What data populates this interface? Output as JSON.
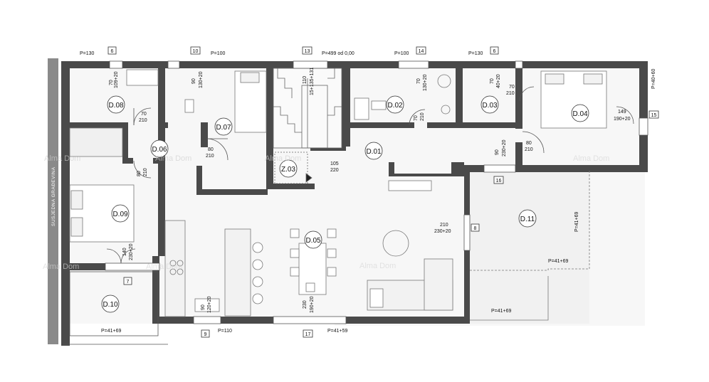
{
  "neighbor_label": "SUSJEDNA GRAĐEVINA",
  "watermark": "Alma Dom",
  "rooms": [
    {
      "id": "room-d08",
      "label": "D.08"
    },
    {
      "id": "room-d07",
      "label": "D.07"
    },
    {
      "id": "room-d06",
      "label": "D.06"
    },
    {
      "id": "room-d09",
      "label": "D.09"
    },
    {
      "id": "room-d10",
      "label": "D.10"
    },
    {
      "id": "room-d05",
      "label": "D.05"
    },
    {
      "id": "room-d01",
      "label": "D.01"
    },
    {
      "id": "room-z03",
      "label": "Z.03"
    },
    {
      "id": "room-d02",
      "label": "D.02"
    },
    {
      "id": "room-d03",
      "label": "D.03"
    },
    {
      "id": "room-d04",
      "label": "D.04"
    },
    {
      "id": "room-d11",
      "label": "D.11"
    }
  ],
  "markers": [
    "6",
    "10",
    "13",
    "8",
    "14",
    "6",
    "15",
    "16",
    "7",
    "9",
    "17"
  ],
  "top_labels": {
    "p1": "P=130",
    "p2": "P=100",
    "p3": "P=499 od 0,00",
    "p4": "P=100",
    "p5": "P=130",
    "p6": "P=40+60"
  },
  "dimensions": {
    "d1": "70",
    "d1b": "109+20",
    "d2": "90",
    "d2b": "130+20",
    "d3": "110",
    "d3b": "15+135+131",
    "d4": "70",
    "d4b": "130+20",
    "d5": "70",
    "d5b": "40+20",
    "d6": "70",
    "d6b": "210",
    "d7": "70",
    "d7b": "210",
    "d8": "80",
    "d8b": "210",
    "d9": "80",
    "d9b": "210",
    "d10": "70",
    "d10b": "210",
    "d11": "70",
    "d11b": "210",
    "d12": "80",
    "d12b": "210",
    "d13": "90",
    "d13b": "230+20",
    "d14": "80",
    "d14b": "210",
    "d15": "149",
    "d15b": "190+20",
    "d16": "105",
    "d16b": "220",
    "d17": "210",
    "d17b": "230+20",
    "d18": "140",
    "d18b": "230+20",
    "d19": "230",
    "d19b": "190+20",
    "d20": "90",
    "d20b": "120+20",
    "d21": "P=41+69",
    "d22": "P=41+69",
    "d23": "P=41+69",
    "d24": "P=41+69",
    "d25": "P=110",
    "d26": "P=41+59"
  }
}
